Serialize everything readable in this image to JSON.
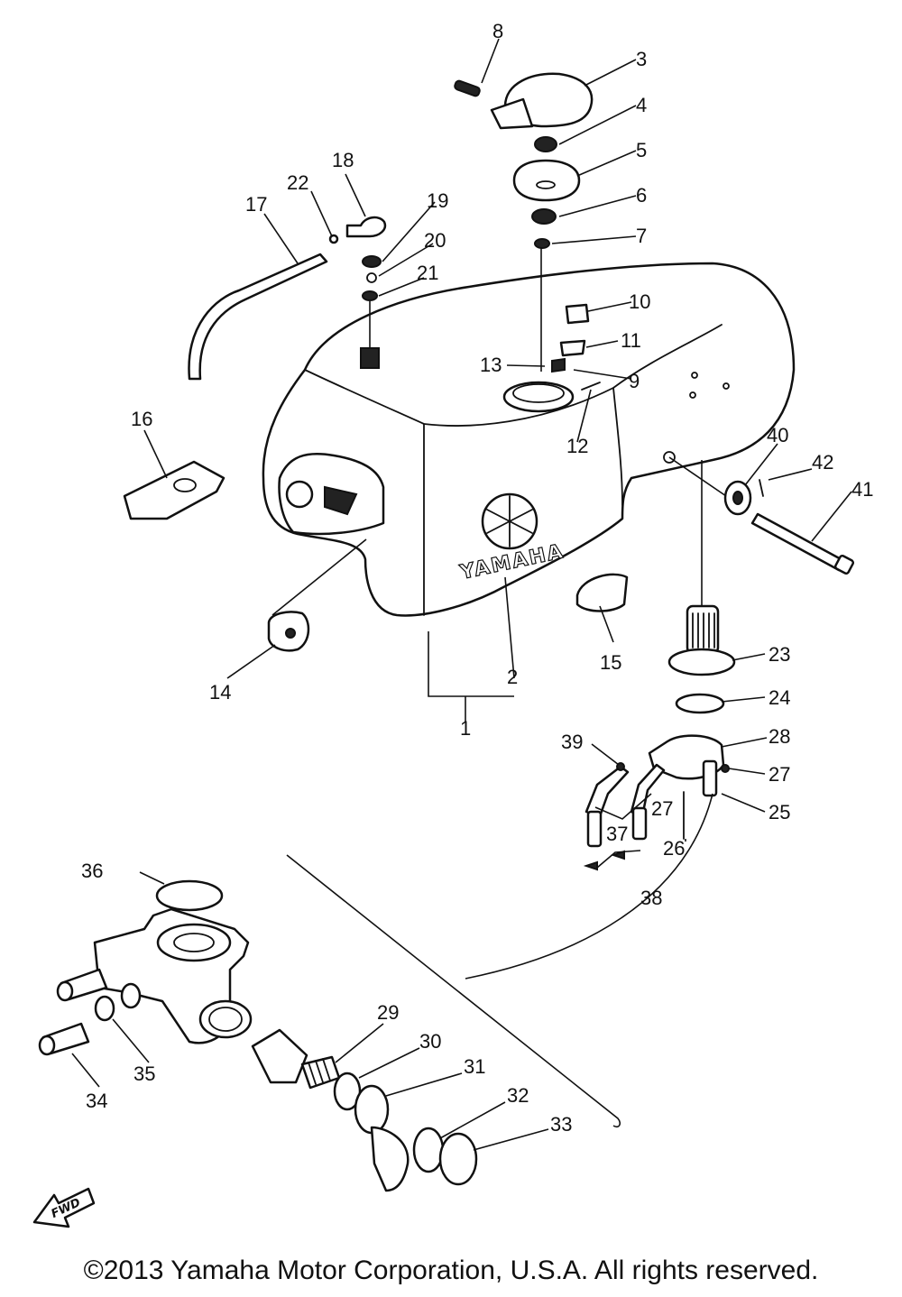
{
  "diagram": {
    "brand_text": "YAMAHA",
    "fwd_text": "FWD",
    "part_labels": [
      "1",
      "2",
      "3",
      "4",
      "5",
      "6",
      "7",
      "8",
      "9",
      "10",
      "11",
      "12",
      "13",
      "14",
      "15",
      "16",
      "17",
      "18",
      "19",
      "20",
      "21",
      "22",
      "23",
      "24",
      "25",
      "26",
      "27",
      "27",
      "28",
      "29",
      "30",
      "31",
      "32",
      "33",
      "34",
      "35",
      "36",
      "37",
      "38",
      "39",
      "40",
      "41",
      "42"
    ]
  },
  "footer": {
    "copyright": "©2013 Yamaha Motor Corporation, U.S.A. All rights reserved."
  }
}
